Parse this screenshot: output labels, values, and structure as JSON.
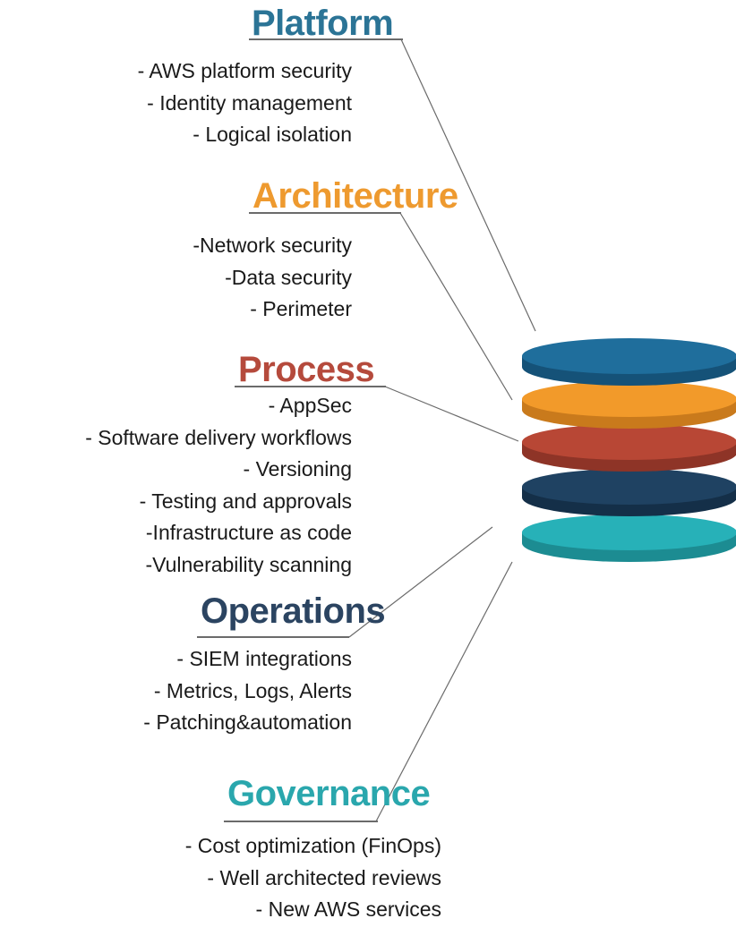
{
  "sections": [
    {
      "id": "platform",
      "title": "Platform",
      "color": "#2b7496",
      "items": [
        "- AWS platform security",
        "- Identity management",
        "- Logical isolation"
      ]
    },
    {
      "id": "architecture",
      "title": "Architecture",
      "color": "#ee9a2f",
      "items": [
        "-Network security",
        "-Data security",
        "- Perimeter"
      ]
    },
    {
      "id": "process",
      "title": "Process",
      "color": "#b54a3c",
      "items": [
        "- AppSec",
        "- Software delivery workflows",
        "- Versioning",
        "- Testing and approvals",
        "-Infrastructure as code",
        "-Vulnerability scanning"
      ]
    },
    {
      "id": "operations",
      "title": "Operations",
      "color": "#2b4461",
      "items": [
        "- SIEM integrations",
        "- Metrics, Logs, Alerts",
        "- Patching&automation"
      ]
    },
    {
      "id": "governance",
      "title": "Governance",
      "color": "#2aa7ad",
      "items": [
        "- Cost optimization (FinOps)",
        "- Well architected reviews",
        "- New AWS services"
      ]
    }
  ],
  "stack_layers": [
    {
      "name": "platform",
      "top": "#1f6e9c",
      "side": "#155278"
    },
    {
      "name": "architecture",
      "top": "#f29a2a",
      "side": "#c97a1c"
    },
    {
      "name": "process",
      "top": "#b84735",
      "side": "#8e3427"
    },
    {
      "name": "operations",
      "top": "#1f4262",
      "side": "#142f48"
    },
    {
      "name": "governance",
      "top": "#27b1b8",
      "side": "#1c8c92"
    }
  ]
}
